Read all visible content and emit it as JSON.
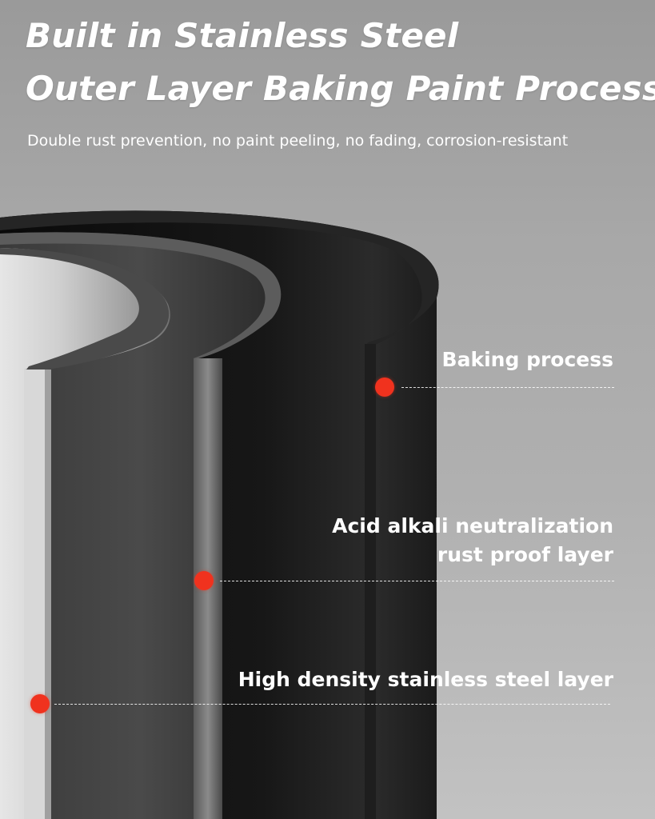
{
  "heading": {
    "line1": "Built in Stainless Steel",
    "line2": "Outer Layer Baking Paint Process",
    "subtitle": "Double rust prevention, no paint peeling, no fading, corrosion-resistant"
  },
  "callouts": [
    {
      "line1": "Baking process"
    },
    {
      "line1": "Acid alkali neutralization",
      "line2": "rust proof layer"
    },
    {
      "line1": "High density stainless steel layer"
    }
  ],
  "colors": {
    "marker": "#f0321e",
    "outer_coating": "#141414",
    "middle_layer": "#6e6e6e",
    "inner_steel": "#d4d4d4"
  }
}
